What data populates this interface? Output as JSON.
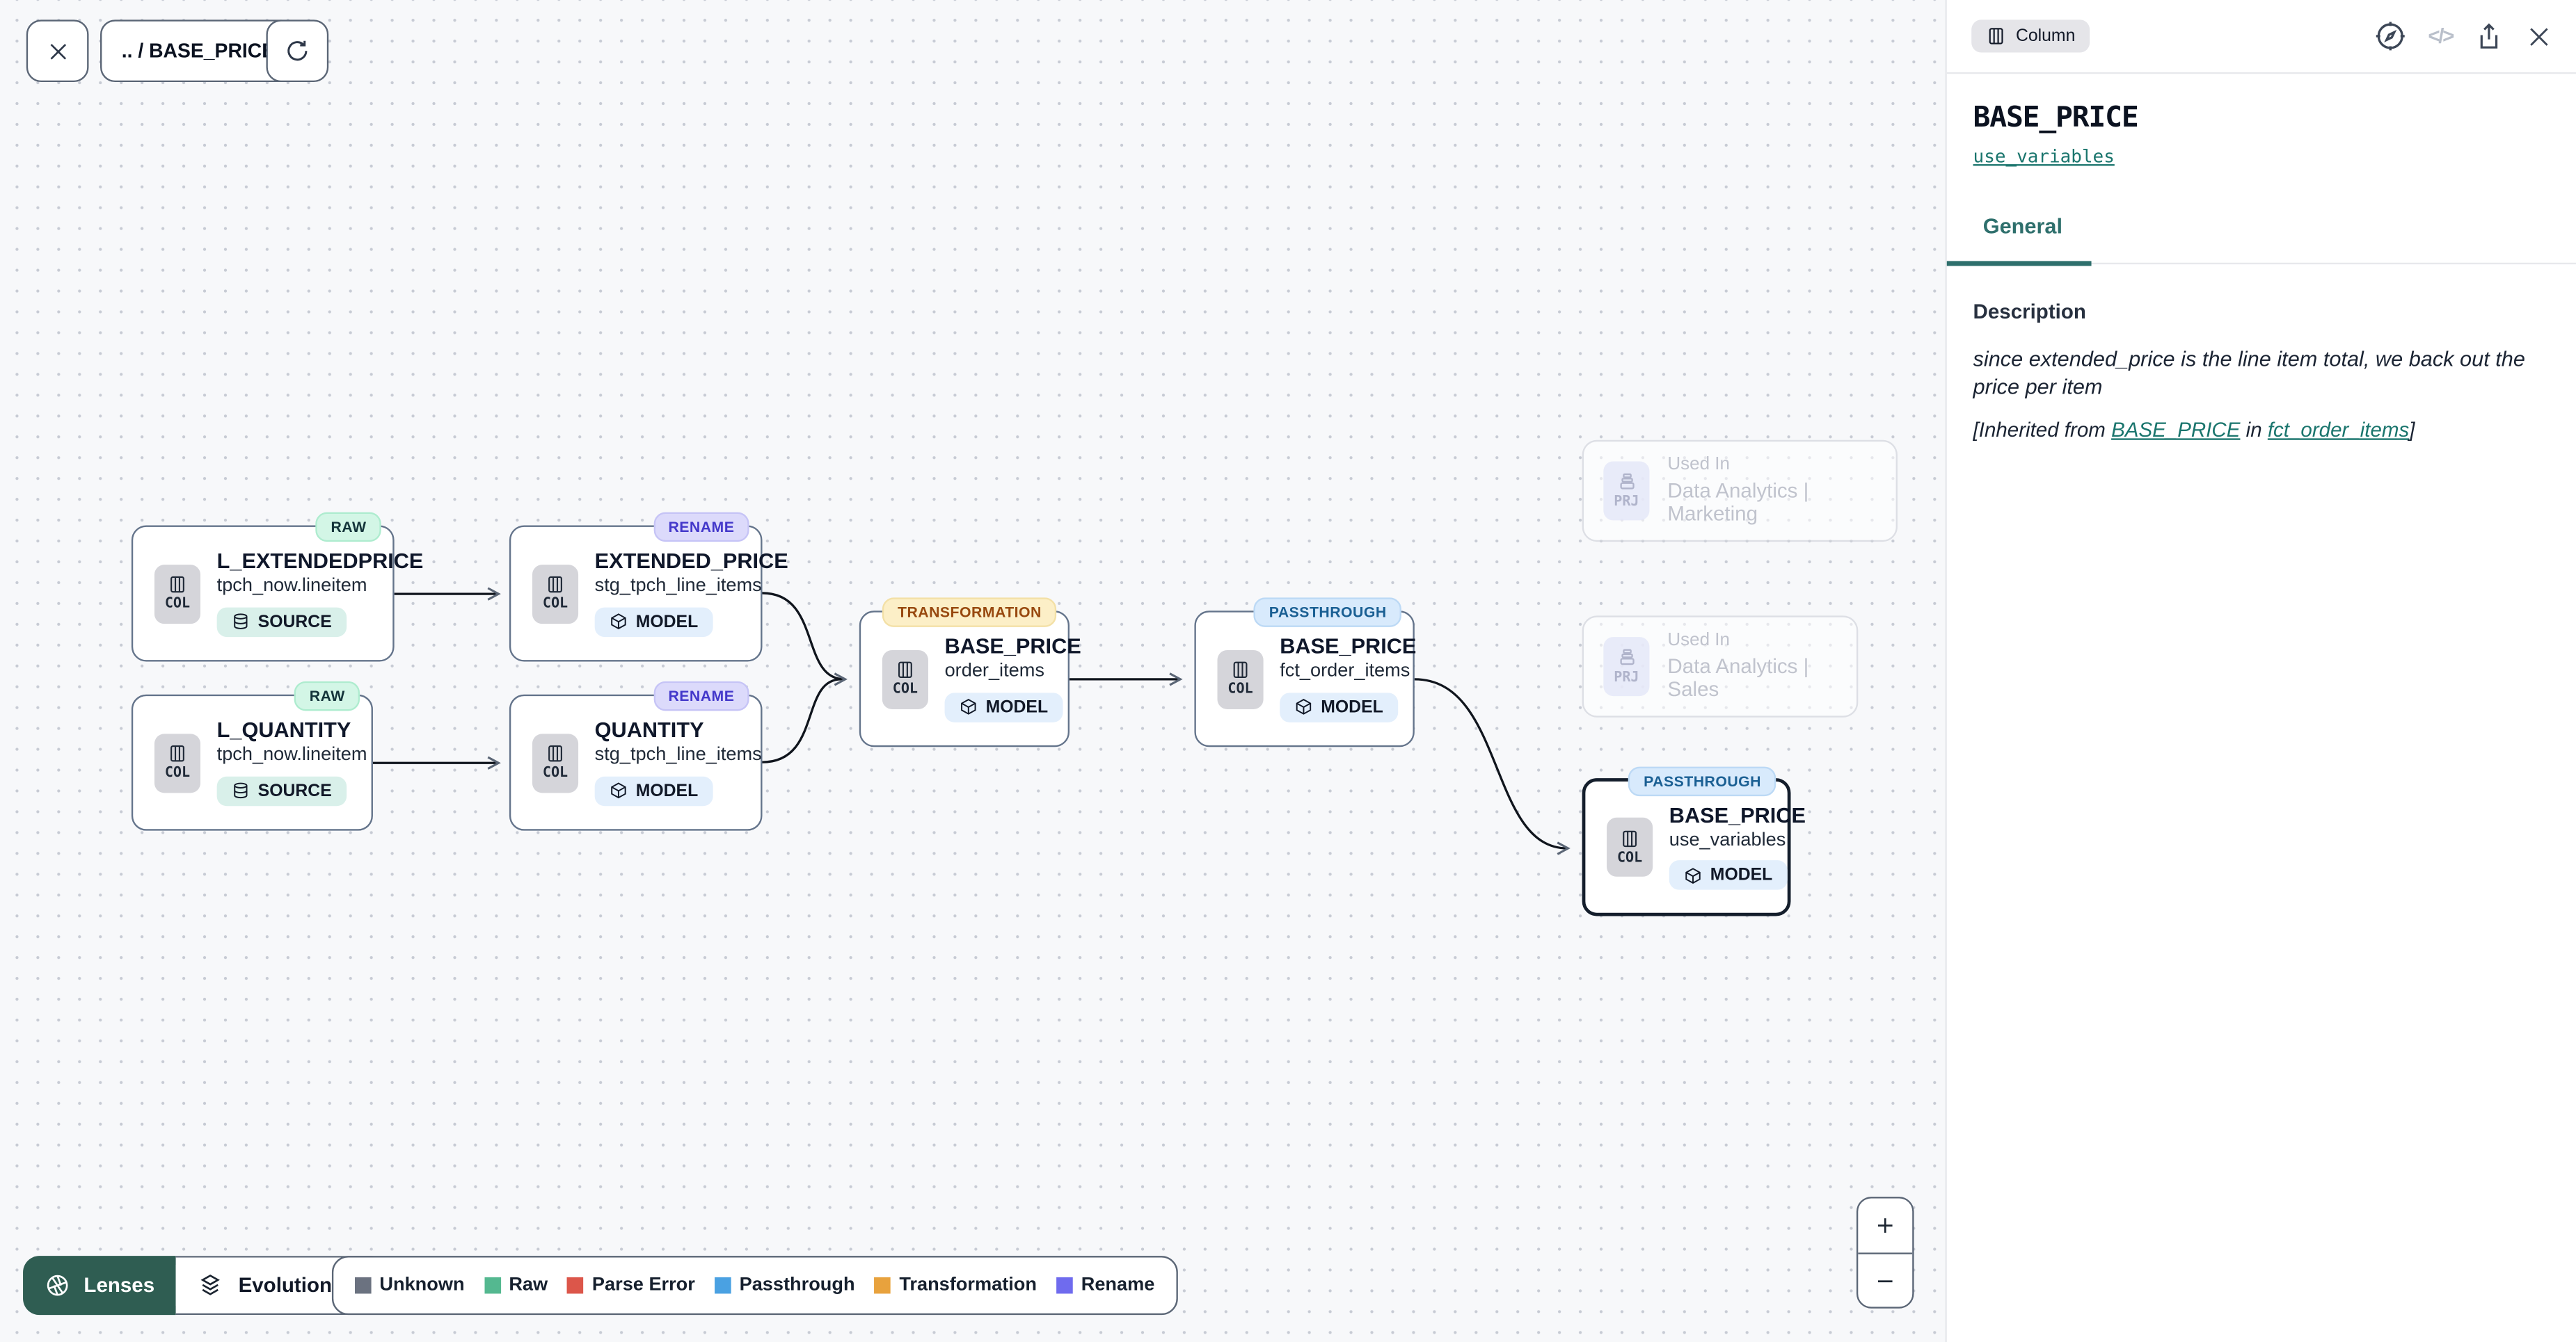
{
  "toolbar": {
    "breadcrumb": ".. / BASE_PRICE"
  },
  "panel": {
    "type_badge_label": "Column",
    "title": "BASE_PRICE",
    "model_link": "use_variables",
    "tab_general": "General",
    "description": {
      "heading": "Description",
      "body": "since extended_price is the line item total, we back out the price per item",
      "inherited_prefix": "[Inherited from ",
      "inherited_link_column": "BASE_PRICE",
      "inherited_mid": " in ",
      "inherited_link_model": "fct_order_items",
      "inherited_suffix": "]"
    }
  },
  "graph": {
    "nodes": [
      {
        "badge": "RAW",
        "title": "L_EXTENDEDPRICE",
        "subtitle": "tpch_now.lineitem",
        "kind": "COL",
        "type": "SOURCE"
      },
      {
        "badge": "RENAME",
        "title": "EXTENDED_PRICE",
        "subtitle": "stg_tpch_line_items",
        "kind": "COL",
        "type": "MODEL"
      },
      {
        "badge": "RAW",
        "title": "L_QUANTITY",
        "subtitle": "tpch_now.lineitem",
        "kind": "COL",
        "type": "SOURCE"
      },
      {
        "badge": "RENAME",
        "title": "QUANTITY",
        "subtitle": "stg_tpch_line_items",
        "kind": "COL",
        "type": "MODEL"
      },
      {
        "badge": "TRANSFORMATION",
        "title": "BASE_PRICE",
        "subtitle": "order_items",
        "kind": "COL",
        "type": "MODEL"
      },
      {
        "badge": "PASSTHROUGH",
        "title": "BASE_PRICE",
        "subtitle": "fct_order_items",
        "kind": "COL",
        "type": "MODEL"
      },
      {
        "badge": "PASSTHROUGH",
        "title": "BASE_PRICE",
        "subtitle": "use_variables",
        "kind": "COL",
        "type": "MODEL",
        "selected": true
      }
    ],
    "ghosts": [
      {
        "icon": "PRJ",
        "label": "Used In",
        "name": "Data Analytics | Marketing"
      },
      {
        "icon": "PRJ",
        "label": "Used In",
        "name": "Data Analytics | Sales"
      }
    ],
    "edges": [
      {
        "from": "tpch_now.lineitem.L_EXTENDEDPRICE",
        "to": "stg_tpch_line_items.EXTENDED_PRICE"
      },
      {
        "from": "tpch_now.lineitem.L_QUANTITY",
        "to": "stg_tpch_line_items.QUANTITY"
      },
      {
        "from": "stg_tpch_line_items.EXTENDED_PRICE",
        "to": "order_items.BASE_PRICE"
      },
      {
        "from": "stg_tpch_line_items.QUANTITY",
        "to": "order_items.BASE_PRICE"
      },
      {
        "from": "order_items.BASE_PRICE",
        "to": "fct_order_items.BASE_PRICE"
      },
      {
        "from": "fct_order_items.BASE_PRICE",
        "to": "use_variables.BASE_PRICE"
      }
    ]
  },
  "lenses": {
    "button_label": "Lenses",
    "mode_label": "Evolution"
  },
  "legend": {
    "items": [
      {
        "label": "Unknown",
        "color": "#6b7280"
      },
      {
        "label": "Raw",
        "color": "#54b890"
      },
      {
        "label": "Parse Error",
        "color": "#dc564a"
      },
      {
        "label": "Passthrough",
        "color": "#4aa1e2"
      },
      {
        "label": "Transformation",
        "color": "#e8a23d"
      },
      {
        "label": "Rename",
        "color": "#6f6bee"
      }
    ]
  },
  "zoom": {
    "in_label": "+",
    "out_label": "−"
  },
  "colors": {
    "accent_teal": "#2e6f6c",
    "link_teal": "#1a756d",
    "selection_border": "#141e2c",
    "lenses_button_bg": "#2f5d52",
    "badge_raw_bg": "#d3f6e6",
    "badge_rename_bg": "#dcdafb",
    "badge_transformation_bg": "#fcefc7",
    "badge_passthrough_bg": "#d8eafc",
    "canvas_bg": "#f7f8fa"
  }
}
